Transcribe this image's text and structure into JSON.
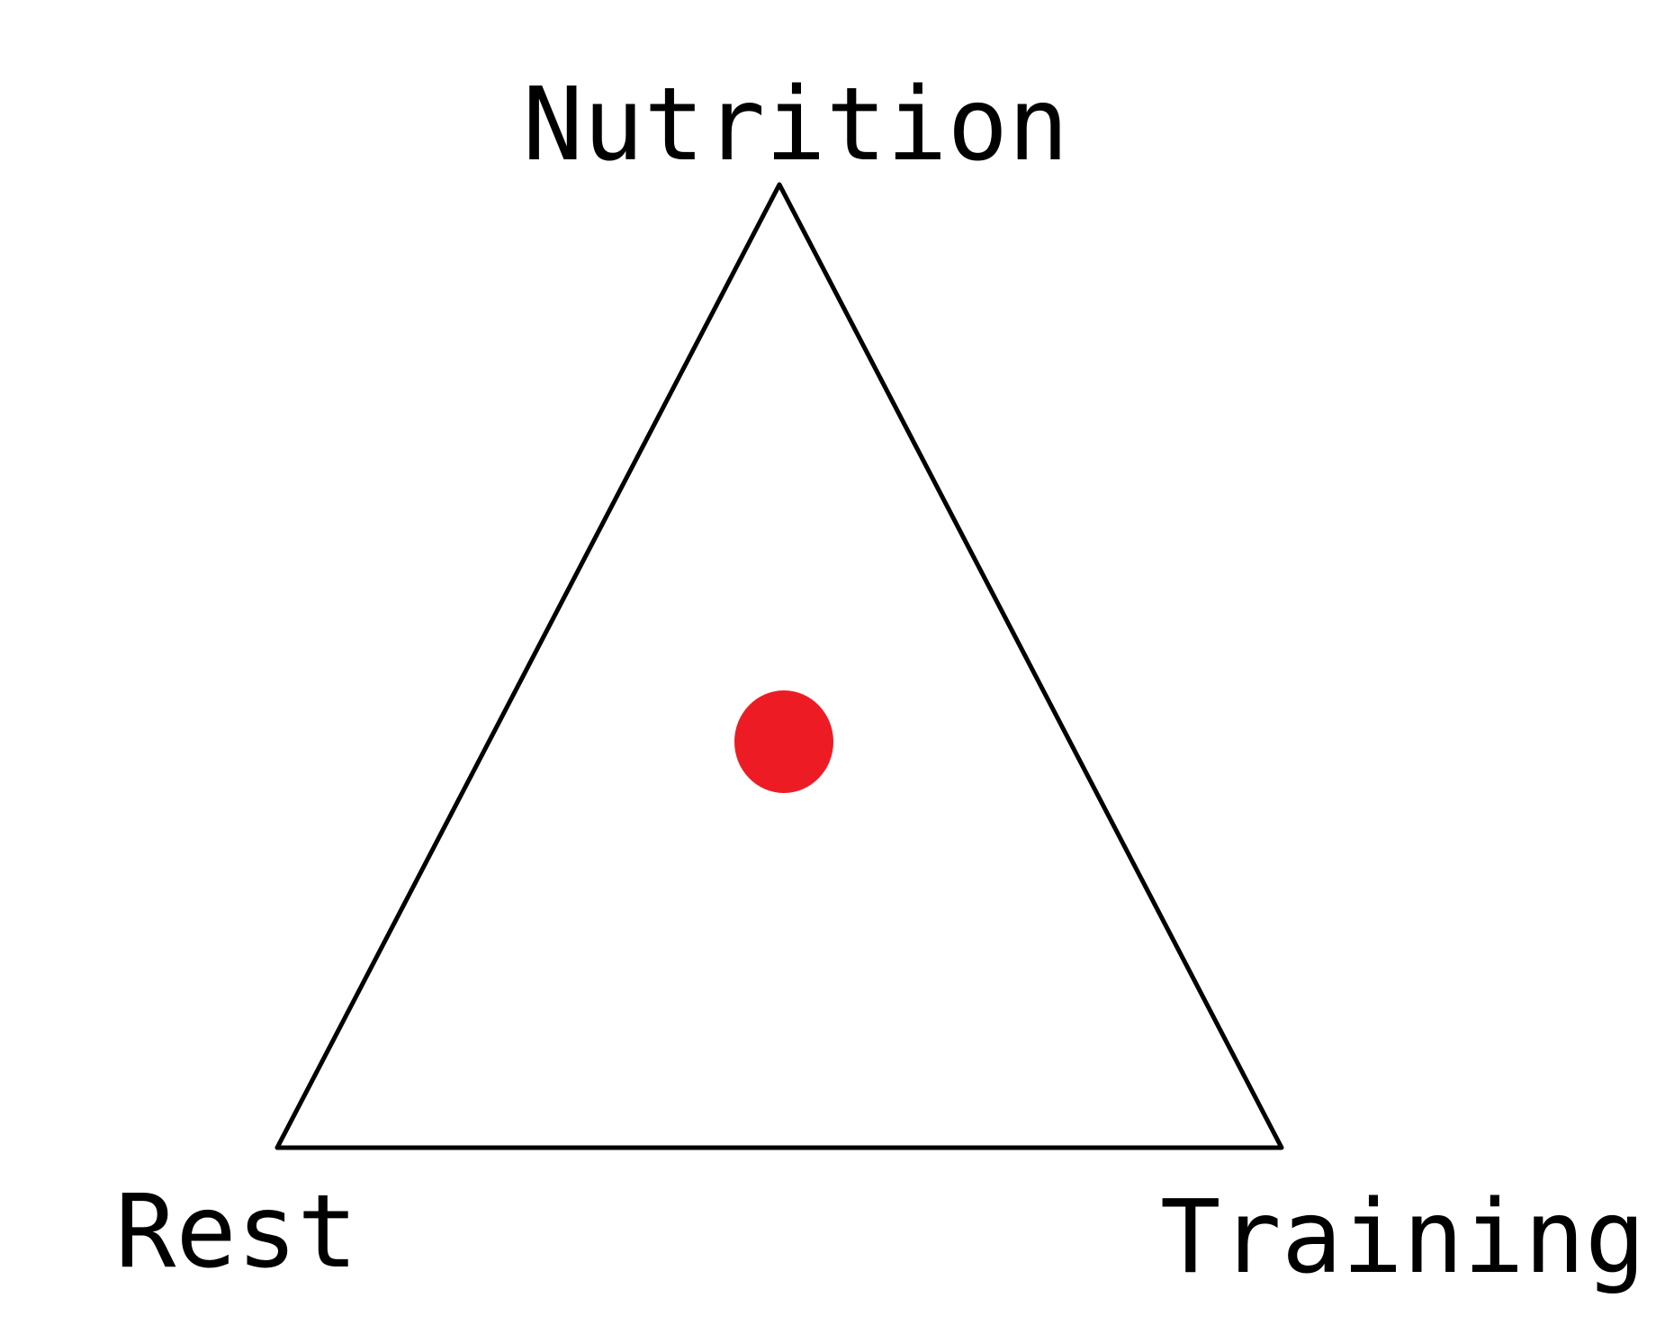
{
  "diagram": {
    "labels": {
      "top": "Nutrition",
      "bottom_left": "Rest",
      "bottom_right": "Training"
    },
    "colors": {
      "background": "#ffffff",
      "triangle_stroke": "#000000",
      "marker": "#ed1c24"
    }
  }
}
